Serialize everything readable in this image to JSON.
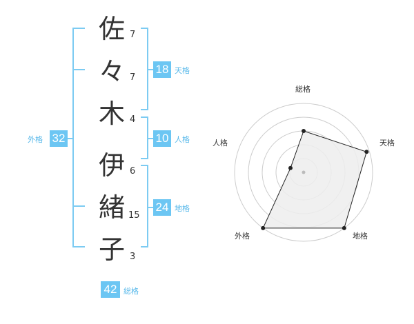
{
  "name": {
    "chars": [
      {
        "char": "佐",
        "strokes": "7"
      },
      {
        "char": "々",
        "strokes": "7"
      },
      {
        "char": "木",
        "strokes": "4"
      },
      {
        "char": "伊",
        "strokes": "6"
      },
      {
        "char": "緒",
        "strokes": "15"
      },
      {
        "char": "子",
        "strokes": "3"
      }
    ]
  },
  "fortunes": {
    "tenkaku": {
      "value": "18",
      "label": "天格"
    },
    "jinkaku": {
      "value": "10",
      "label": "人格"
    },
    "chikaku": {
      "value": "24",
      "label": "地格"
    },
    "gaikaku": {
      "value": "32",
      "label": "外格"
    },
    "soukaku": {
      "value": "42",
      "label": "総格"
    }
  },
  "radar": {
    "labels": {
      "soukaku": "総格",
      "tenkaku": "天格",
      "chikaku": "地格",
      "gaikaku": "外格",
      "jinkaku": "人格"
    },
    "max": 5,
    "rings": 5,
    "scores": {
      "soukaku": 3,
      "tenkaku": 4.8,
      "chikaku": 5,
      "gaikaku": 5,
      "jinkaku": 1
    },
    "colors": {
      "fill": "#ededed",
      "line": "#222222",
      "ring": "#cccccc",
      "center": "#bbbbbb"
    }
  },
  "colors": {
    "accent": "#6cc6f3",
    "bracket": "#7ccbf2",
    "label": "#56b8ea",
    "text": "#333333"
  }
}
